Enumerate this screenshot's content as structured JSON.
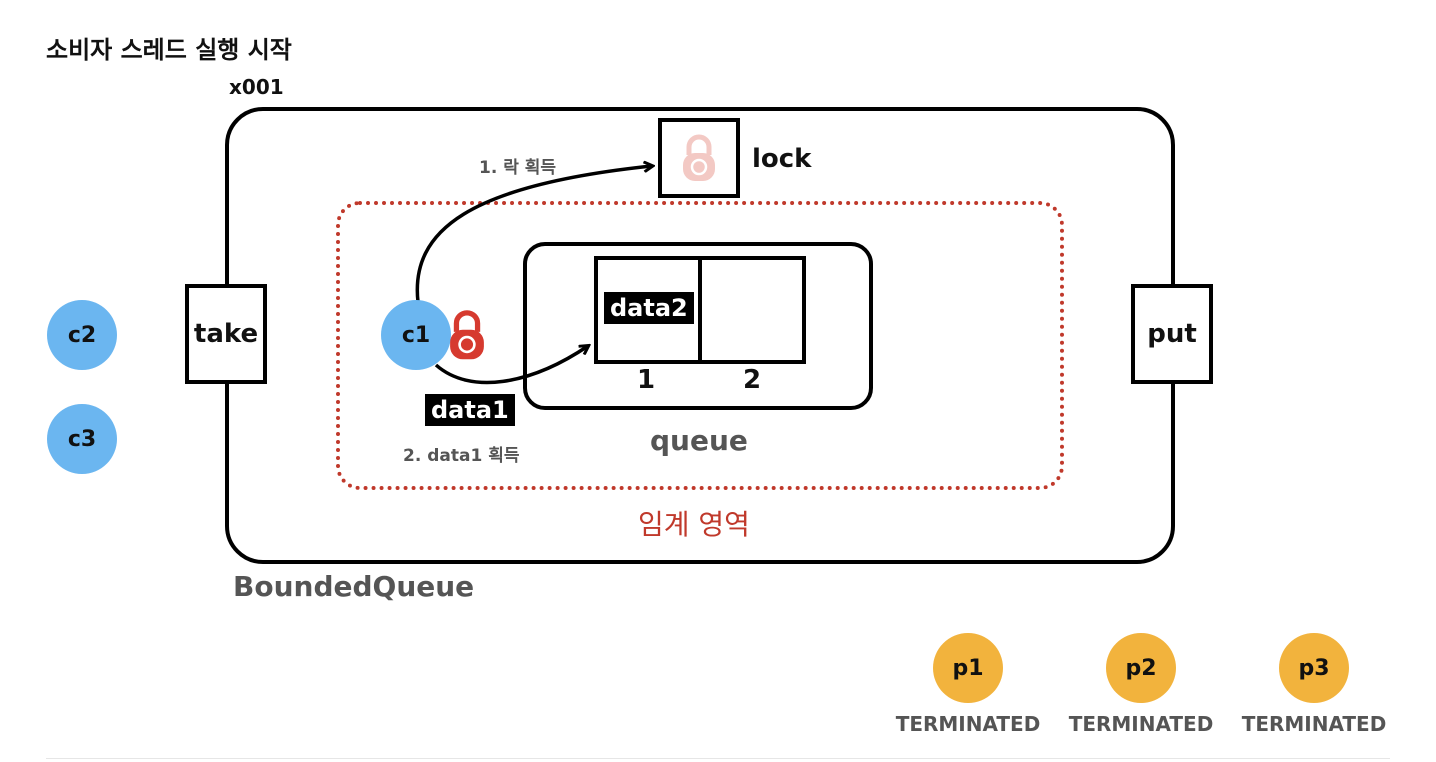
{
  "title": "소비자 스레드 실행 시작",
  "instance_address": "x001",
  "container_label": "BoundedQueue",
  "ports": {
    "take": "take",
    "put": "put"
  },
  "lock": {
    "label": "lock",
    "status": "acquired-by-c1"
  },
  "queue": {
    "label": "queue",
    "slots": [
      {
        "index": "1",
        "value": "data2"
      },
      {
        "index": "2",
        "value": ""
      }
    ]
  },
  "critical_section_label": "임계 영역",
  "steps": {
    "step1": "1. 락 획득",
    "step2": "2. data1 획득"
  },
  "taken_item": "data1",
  "consumers": {
    "active": "c1",
    "waiting": [
      "c2",
      "c3"
    ]
  },
  "producers": [
    {
      "name": "p1",
      "state": "TERMINATED"
    },
    {
      "name": "p2",
      "state": "TERMINATED"
    },
    {
      "name": "p3",
      "state": "TERMINATED"
    }
  ],
  "colors": {
    "consumer": "#6bb6f0",
    "producer": "#f2b33d",
    "critical": "#c0392b",
    "lock_held": "#d63a2f",
    "lock_faded": "#f3c9c4"
  }
}
